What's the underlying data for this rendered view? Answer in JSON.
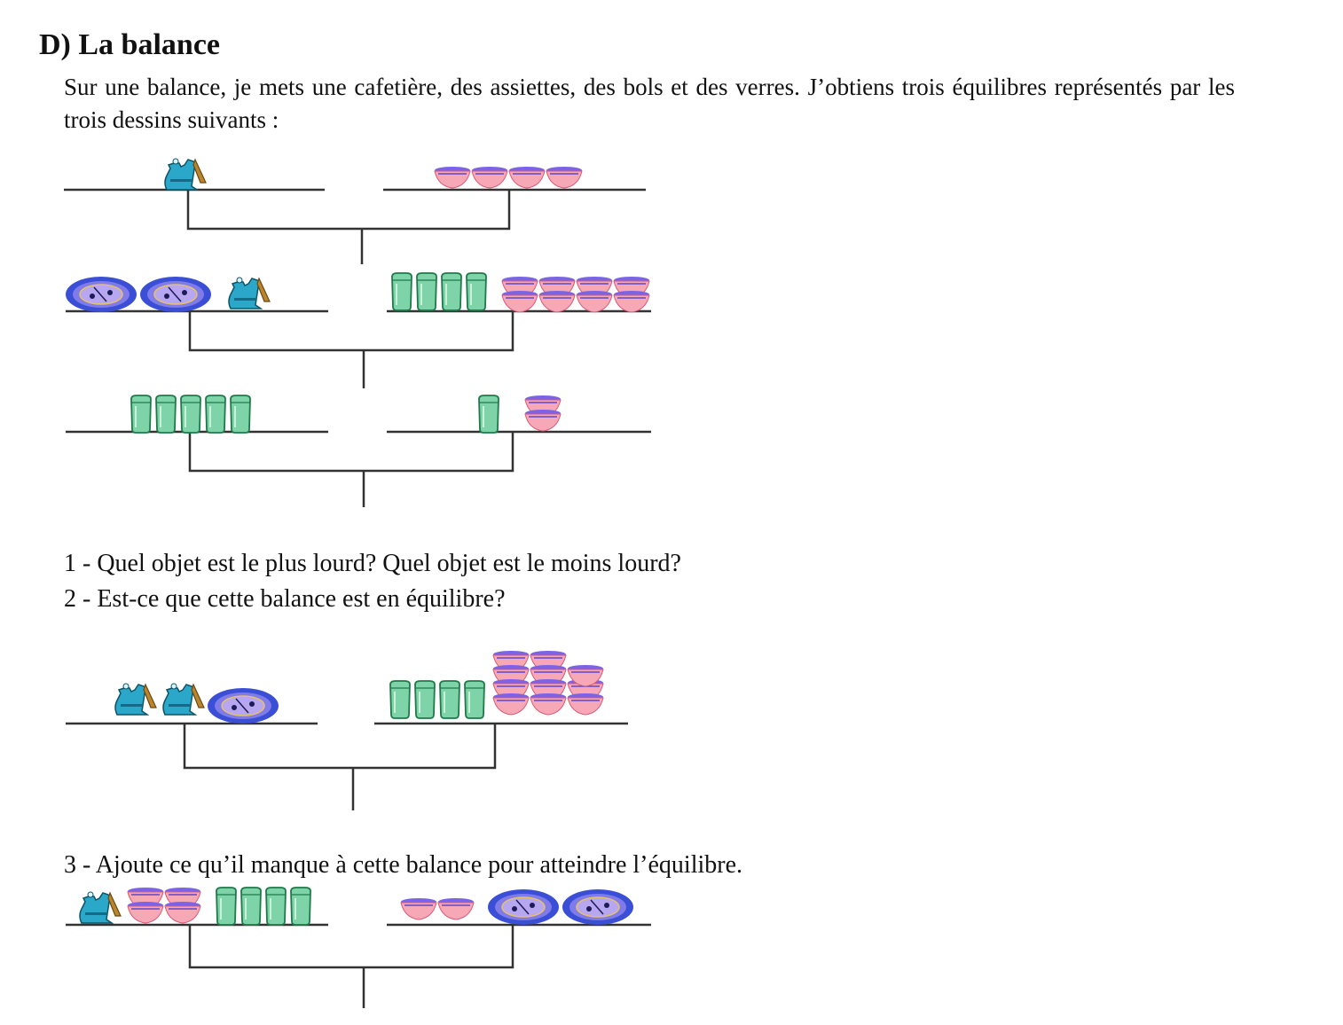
{
  "section_title": "D) La balance",
  "intro_text": "Sur une balance, je mets une cafetière, des assiettes, des bols et des verres. J’obtiens trois équilibres représentés par les trois dessins suivants :",
  "questions": {
    "q1": "1 - Quel objet est le plus lourd? Quel objet est le moins lourd?",
    "q2": "2 - Est-ce que cette balance est en équilibre?",
    "q3": "3 - Ajoute ce qu’il manque à cette balance pour atteindre l’équilibre."
  },
  "icons": {
    "coffeepot": "coffeepot-icon",
    "plate": "plate-icon",
    "bowl": "bowl-icon",
    "glass": "glass-icon"
  },
  "colors": {
    "coffeepot": "#2aa7c9",
    "coffeepot_handle": "#b9852d",
    "plate_rim": "#3a4fd6",
    "plate_center": "#b7a6f0",
    "bowl_top": "#7b63e8",
    "bowl_body": "#f7a8b6",
    "glass": "#7fd3a8",
    "glass_outline": "#1f7a4a",
    "scale_line": "#333333"
  },
  "scales": [
    {
      "label": "equilibrium-1",
      "left_pan": [
        {
          "item": "coffeepot",
          "count": 1
        }
      ],
      "right_pan": [
        {
          "item": "bowl",
          "count": 4
        }
      ]
    },
    {
      "label": "equilibrium-2",
      "left_pan": [
        {
          "item": "plate",
          "count": 2
        },
        {
          "item": "coffeepot",
          "count": 1
        }
      ],
      "right_pan": [
        {
          "item": "glass",
          "count": 4
        },
        {
          "item": "bowl",
          "count": 8
        }
      ]
    },
    {
      "label": "equilibrium-3",
      "left_pan": [
        {
          "item": "glass",
          "count": 5
        }
      ],
      "right_pan": [
        {
          "item": "glass",
          "count": 1
        },
        {
          "item": "bowl",
          "count": 2
        }
      ]
    },
    {
      "label": "question-2-scale",
      "left_pan": [
        {
          "item": "coffeepot",
          "count": 2
        },
        {
          "item": "plate",
          "count": 1
        }
      ],
      "right_pan": [
        {
          "item": "glass",
          "count": 4
        },
        {
          "item": "bowl",
          "count": 11
        }
      ]
    },
    {
      "label": "question-3-scale",
      "left_pan": [
        {
          "item": "coffeepot",
          "count": 1
        },
        {
          "item": "bowl",
          "count": 4
        },
        {
          "item": "glass",
          "count": 4
        }
      ],
      "right_pan": [
        {
          "item": "bowl",
          "count": 2
        },
        {
          "item": "plate",
          "count": 2
        }
      ]
    }
  ]
}
